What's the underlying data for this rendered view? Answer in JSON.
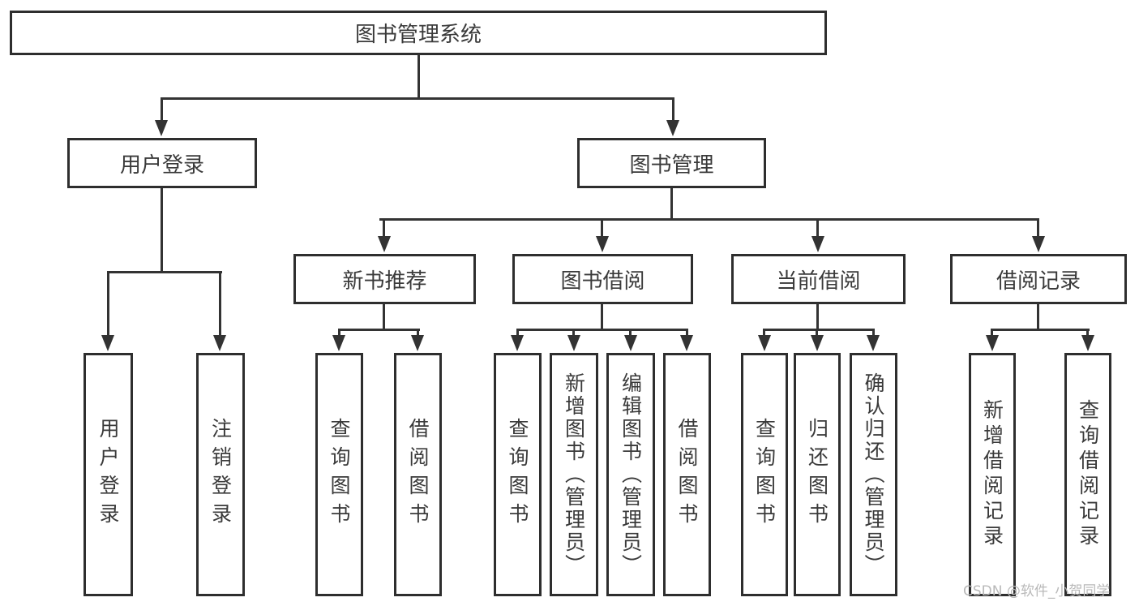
{
  "diagram": {
    "root": "图书管理系统",
    "level2": [
      "用户登录",
      "图书管理"
    ],
    "level3": [
      "新书推荐",
      "图书借阅",
      "当前借阅",
      "借阅记录"
    ],
    "leaves": [
      "用户登录",
      "注销登录",
      "查询图书",
      "借阅图书",
      "查询图书",
      "新增图书（管理员）",
      "编辑图书（管理员）",
      "借阅图书",
      "查询图书",
      "归还图书",
      "确认归还（管理员）",
      "新增借阅记录",
      "查询借阅记录"
    ]
  },
  "watermark": "CSDN @软件_小贺同学",
  "colors": {
    "line": "#333333",
    "text": "#3a3a3a",
    "watermark": "#b9b9b9"
  }
}
